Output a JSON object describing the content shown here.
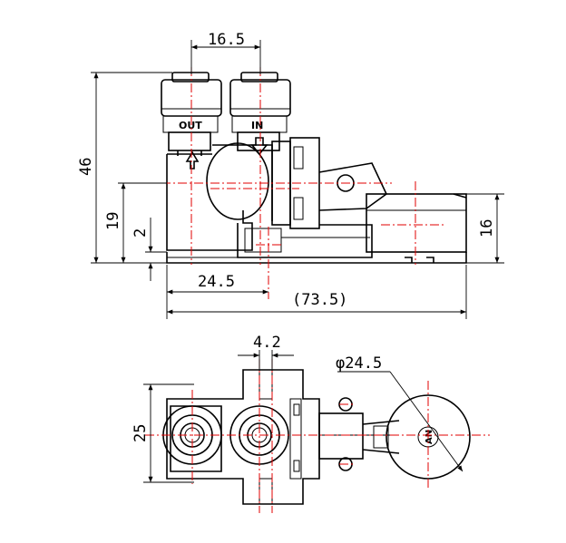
{
  "front_view": {
    "dimensions": {
      "port_pitch": "16.5",
      "total_height": "46",
      "mount_height": "19",
      "base_step": "2",
      "port_offset": "24.5",
      "overall_length": "(73.5)",
      "lever_height": "16"
    },
    "labels": {
      "outlet": "OUT",
      "inlet": "IN"
    }
  },
  "top_view": {
    "dimensions": {
      "slot_width": "4.2",
      "float_diameter": "φ24.5",
      "body_width": "25"
    },
    "labels": {
      "float_mark": "AN"
    }
  },
  "colors": {
    "outline": "#000000",
    "centerline": "#e00000"
  }
}
